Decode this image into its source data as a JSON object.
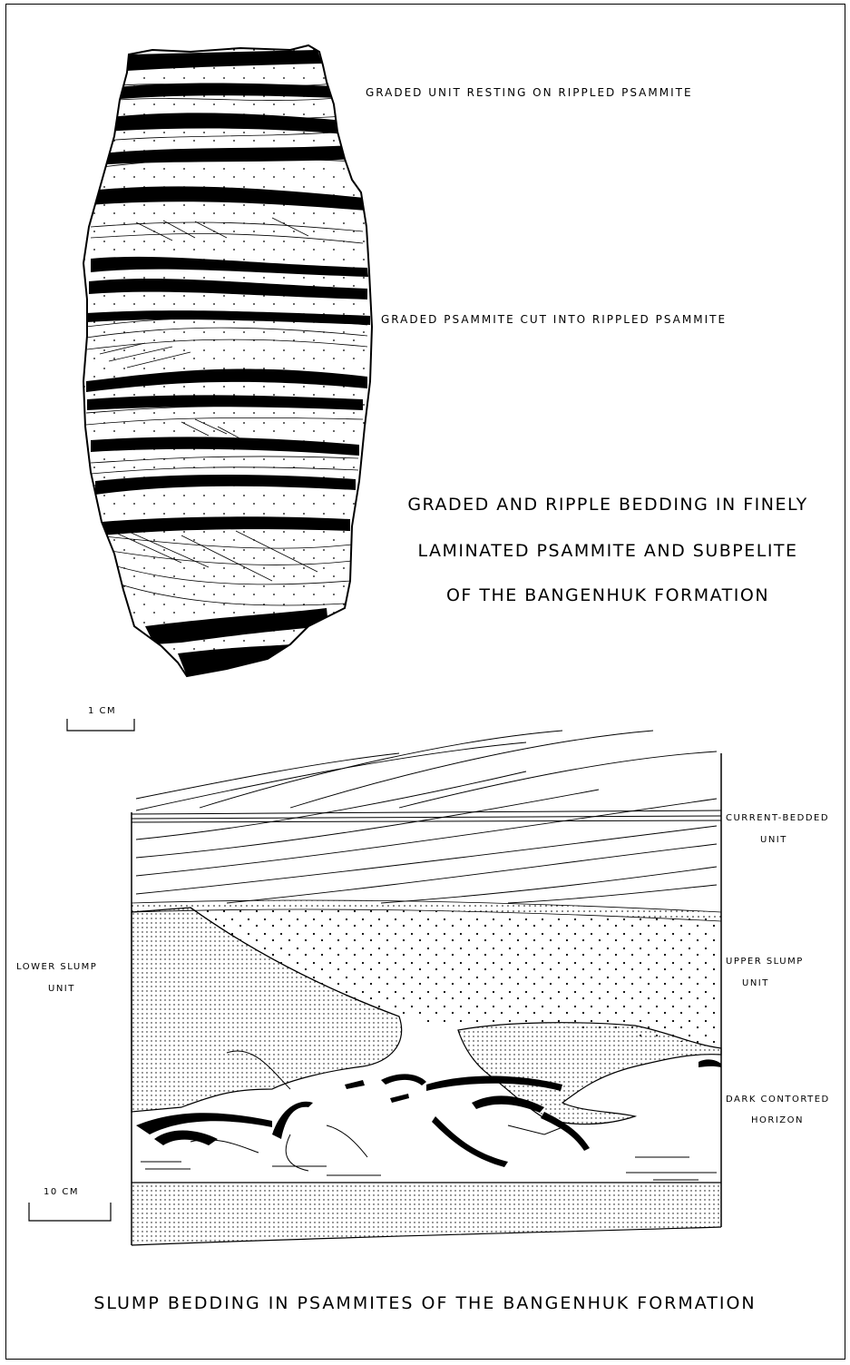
{
  "figure_top": {
    "label_graded_unit": "GRADED UNIT RESTING ON RIPPLED PSAMMITE",
    "label_graded_cut": "GRADED PSAMMITE CUT INTO RIPPLED PSAMMITE",
    "title_lines": [
      "GRADED AND RIPPLE BEDDING IN FINELY",
      "LAMINATED PSAMMITE AND SUBPELITE",
      "OF THE BANGENHUK FORMATION"
    ],
    "scale": "1 CM"
  },
  "figure_bottom": {
    "label_current_bedded": [
      "CURRENT-BEDDED",
      "UNIT"
    ],
    "label_upper_slump": [
      "UPPER SLUMP",
      "UNIT"
    ],
    "label_lower_slump": [
      "LOWER SLUMP",
      "UNIT"
    ],
    "label_dark_horizon": [
      "DARK CONTORTED",
      "HORIZON"
    ],
    "scale": "10 CM",
    "title": "SLUMP BEDDING IN PSAMMITES OF THE BANGENHUK FORMATION"
  }
}
